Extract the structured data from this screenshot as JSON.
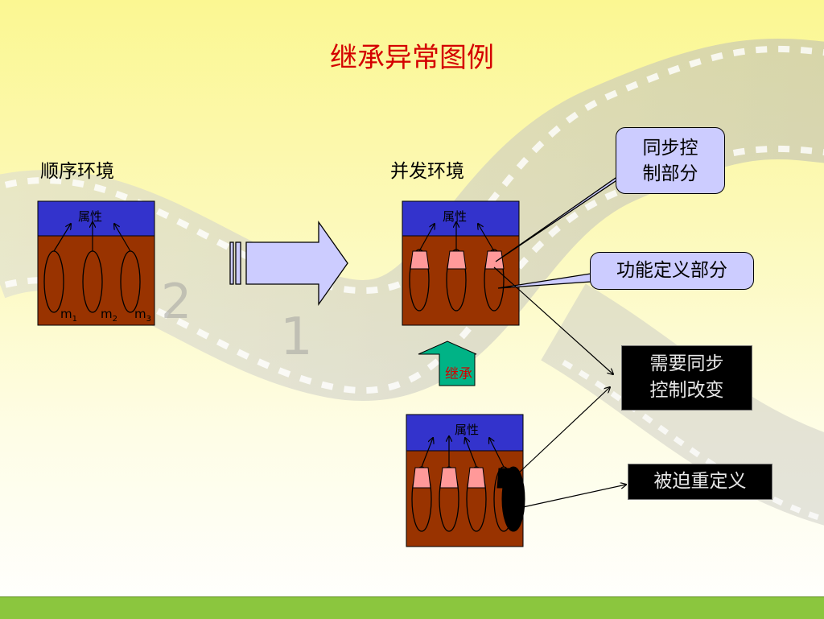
{
  "title": "继承异常图例",
  "sequential_env_label": "顺序环境",
  "concurrent_env_label": "并发环境",
  "box_attribute_label": "属性",
  "methods": {
    "m1_base": "m",
    "m1_sub": "1",
    "m2_base": "m",
    "m2_sub": "2",
    "m3_base": "m",
    "m3_sub": "3"
  },
  "inherit_label": "继承",
  "callouts": {
    "sync_control_line1": "同步控",
    "sync_control_line2": "制部分",
    "functional_def": "功能定义部分"
  },
  "result_boxes": {
    "sync_change_line1": "需要同步",
    "sync_change_line2": "控制改变",
    "forced_redefine": "被迫重定义"
  },
  "colors": {
    "title_red": "#d40000",
    "box_header_blue": "#3333cc",
    "box_body_brown": "#993300",
    "sync_pink": "#ff9999",
    "callout_lavender": "#ccccff",
    "inherit_green": "#00b386",
    "bottom_bar_green": "#8bc63e"
  }
}
